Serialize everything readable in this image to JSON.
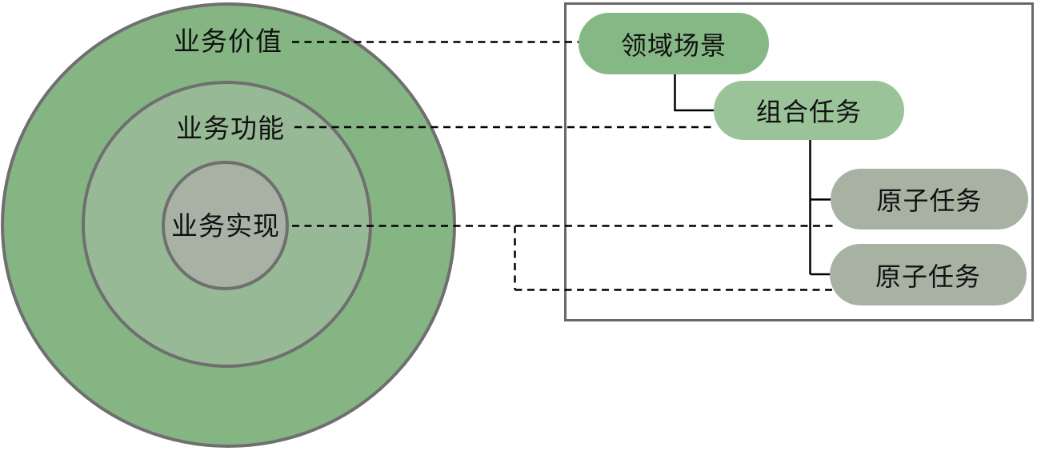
{
  "diagram": {
    "rings": [
      {
        "id": "outer",
        "label": "业务价值"
      },
      {
        "id": "middle",
        "label": "业务功能"
      },
      {
        "id": "inner",
        "label": "业务实现"
      }
    ],
    "tree": {
      "root_label": "领域场景",
      "composite_label": "组合任务",
      "leaf_labels": [
        "原子任务",
        "原子任务"
      ]
    },
    "colors": {
      "ring_outer": "#85b583",
      "ring_middle": "#97b996",
      "ring_inner": "#a7b2a5",
      "pill_domain": "#85b885",
      "pill_composite": "#9ac39a",
      "pill_atomic": "#a7b2a3",
      "circle_border": "#6f6f6f",
      "box_border": "#696969",
      "connector_line": "#000000"
    }
  }
}
